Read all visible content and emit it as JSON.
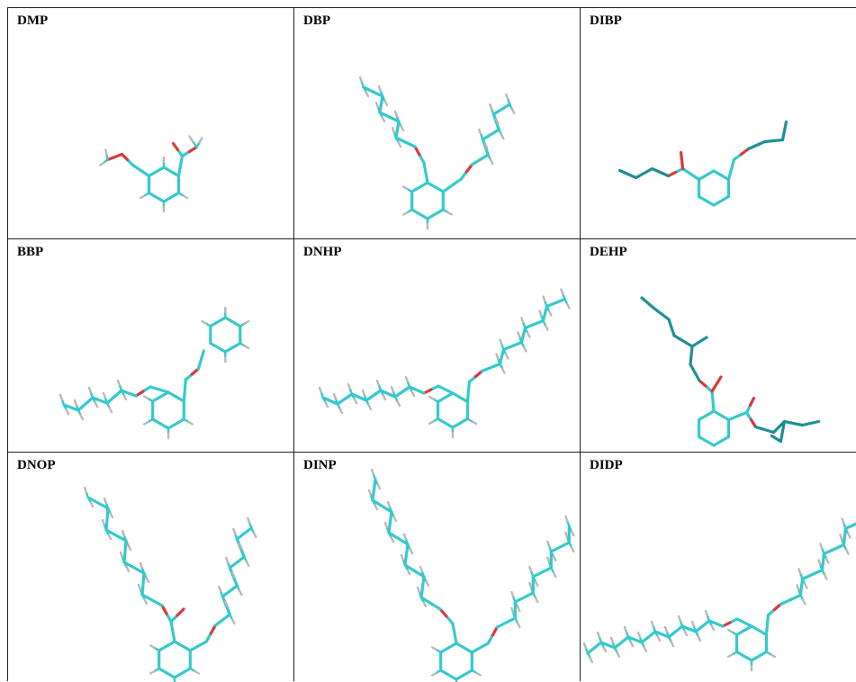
{
  "panels": [
    {
      "label": "DMP"
    },
    {
      "label": "DBP"
    },
    {
      "label": "DIBP"
    },
    {
      "label": "BBP"
    },
    {
      "label": "DNHP"
    },
    {
      "label": "DEHP"
    },
    {
      "label": "DNOP"
    },
    {
      "label": "DINP"
    },
    {
      "label": "DIDP"
    }
  ],
  "colors": {
    "carbon": "#35c9cc",
    "carbon_dark": "#1f8f95",
    "oxygen": "#d9383a",
    "hydrogen": "#b8b8b8",
    "grid": "#222222"
  }
}
